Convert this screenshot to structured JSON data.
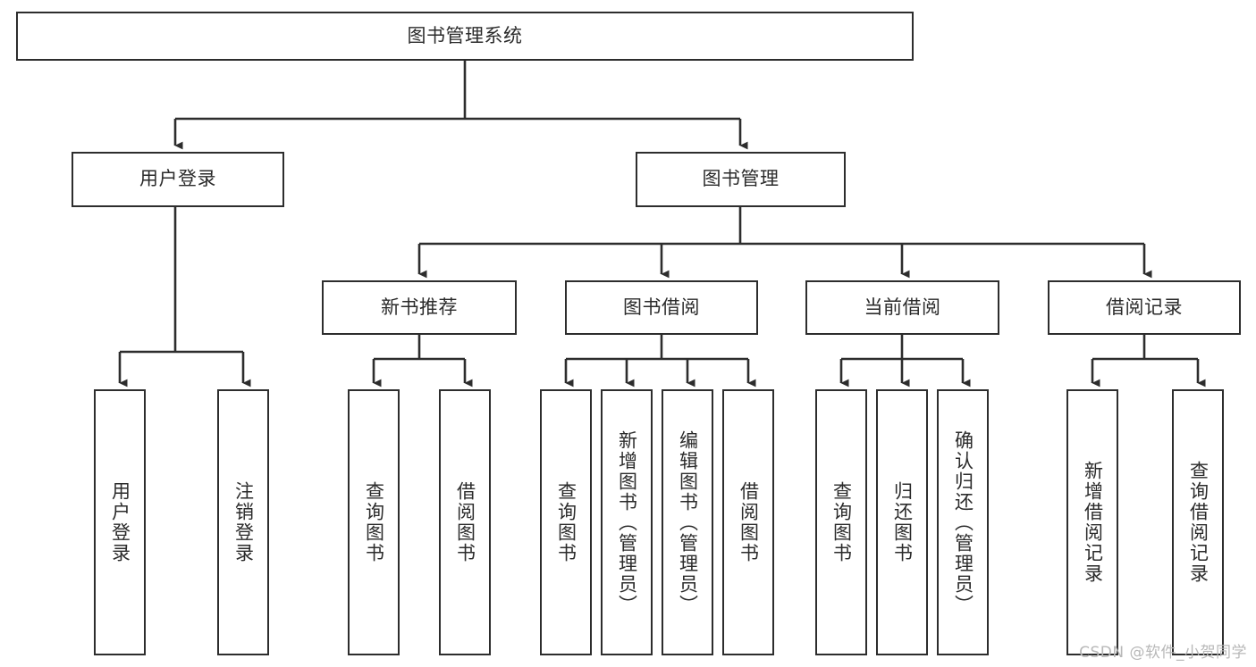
{
  "diagram": {
    "title": "图书管理系统",
    "type": "功能结构图",
    "watermark": "CSDN @软件_小贺同学",
    "colors": {
      "node_border": "#2d2d2d",
      "node_fill": "#ffffff",
      "edge": "#2d2d2d",
      "text": "#2b2b2b",
      "watermark": "#b8b8b8",
      "background": "#ffffff"
    },
    "levels": {
      "root": {
        "label": "图书管理系统"
      },
      "level2": [
        {
          "id": "user-login",
          "label": "用户登录"
        },
        {
          "id": "book-manage",
          "label": "图书管理"
        }
      ],
      "level3": [
        {
          "id": "new-book-recommend",
          "label": "新书推荐"
        },
        {
          "id": "book-borrow",
          "label": "图书借阅"
        },
        {
          "id": "current-borrow",
          "label": "当前借阅"
        },
        {
          "id": "borrow-record",
          "label": "借阅记录"
        }
      ],
      "leaves": {
        "user-login": [
          {
            "id": "leaf-user-login",
            "label": "用户登录"
          },
          {
            "id": "leaf-logout-login",
            "label": "注销登录"
          }
        ],
        "new-book-recommend": [
          {
            "id": "leaf-query-book-1",
            "label": "查询图书"
          },
          {
            "id": "leaf-borrow-book-1",
            "label": "借阅图书"
          }
        ],
        "book-borrow": [
          {
            "id": "leaf-query-book-2",
            "label": "查询图书"
          },
          {
            "id": "leaf-add-book",
            "label": "新增图书（管理员）"
          },
          {
            "id": "leaf-edit-book",
            "label": "编辑图书（管理员）"
          },
          {
            "id": "leaf-borrow-book-2",
            "label": "借阅图书"
          }
        ],
        "current-borrow": [
          {
            "id": "leaf-query-book-3",
            "label": "查询图书"
          },
          {
            "id": "leaf-return-book",
            "label": "归还图书"
          },
          {
            "id": "leaf-confirm-return",
            "label": "确认归还（管理员）"
          }
        ],
        "borrow-record": [
          {
            "id": "leaf-add-record",
            "label": "新增借阅记录"
          },
          {
            "id": "leaf-query-record",
            "label": "查询借阅记录"
          }
        ]
      }
    }
  }
}
